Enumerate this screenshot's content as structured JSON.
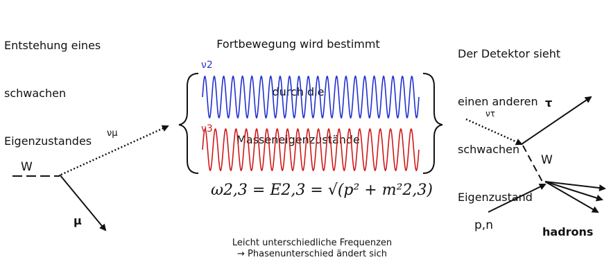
{
  "left_caption": [
    "Entstehung eines",
    "schwachen",
    "Eigenzustandes"
  ],
  "center_caption": [
    "Fortbewegung wird bestimmt",
    "durch die",
    "Masseneigenzustände"
  ],
  "right_caption": [
    "Der Detektor sieht",
    "einen anderen",
    "schwachen",
    "Eigenzustand"
  ],
  "labels": {
    "w_left": "W",
    "nu_mu": "νμ",
    "mu": "μ",
    "nu2": "ν2",
    "nu3": "ν3",
    "nu_tau": "ντ",
    "tau": "τ",
    "w_right": "W",
    "pn": "p,n",
    "hadrons": "hadrons"
  },
  "formula": "ω2,3 = E2,3 = √(p² + m²2,3)",
  "footnote": [
    "Leicht unterschiedliche Frequenzen",
    "→ Phasenunterschied ändert sich"
  ],
  "colors": {
    "wave_nu2": "#1f2fd0",
    "wave_nu3": "#d01818",
    "label_nu2": "#2a36c8",
    "label_nu3": "#c81e1e"
  }
}
